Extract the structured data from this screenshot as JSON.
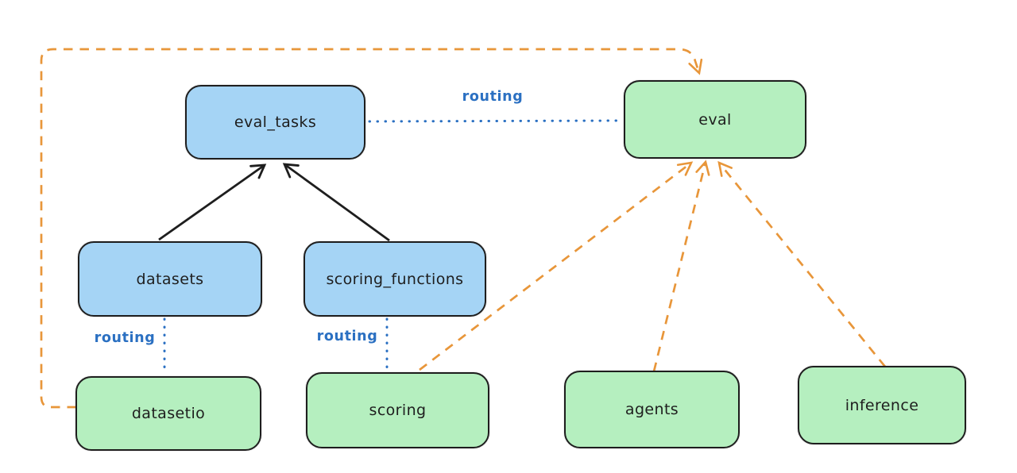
{
  "canvas": {
    "background": "#ffffff"
  },
  "colors": {
    "ink": "#1e1e1e",
    "node_blue_fill": "#a5d4f5",
    "node_green_fill": "#b5efbf",
    "routing_blue": "#2b70c2",
    "orange": "#e8963a"
  },
  "nodes": {
    "eval_tasks": {
      "label": "eval_tasks",
      "kind": "blue"
    },
    "eval": {
      "label": "eval",
      "kind": "green"
    },
    "datasets": {
      "label": "datasets",
      "kind": "blue"
    },
    "scoring_functions": {
      "label": "scoring_functions",
      "kind": "blue"
    },
    "datasetio": {
      "label": "datasetio",
      "kind": "green"
    },
    "scoring": {
      "label": "scoring",
      "kind": "green"
    },
    "agents": {
      "label": "agents",
      "kind": "green"
    },
    "inference": {
      "label": "inference",
      "kind": "green"
    }
  },
  "edge_labels": {
    "routing_eval_tasks_eval": "routing",
    "routing_datasets_datasetio": "routing",
    "routing_scoring_functions_scoring": "routing"
  },
  "edges": [
    {
      "from": "datasets",
      "to": "eval_tasks",
      "style": "solid-arrow",
      "color": "ink"
    },
    {
      "from": "scoring_functions",
      "to": "eval_tasks",
      "style": "solid-arrow",
      "color": "ink"
    },
    {
      "from": "eval_tasks",
      "to": "eval",
      "style": "dotted",
      "color": "routing_blue",
      "label": "routing"
    },
    {
      "from": "datasets",
      "to": "datasetio",
      "style": "dotted",
      "color": "routing_blue",
      "label": "routing"
    },
    {
      "from": "scoring_functions",
      "to": "scoring",
      "style": "dotted",
      "color": "routing_blue",
      "label": "routing"
    },
    {
      "from": "datasetio",
      "to": "eval",
      "style": "dashed-arrow",
      "color": "orange"
    },
    {
      "from": "scoring",
      "to": "eval",
      "style": "dashed-arrow",
      "color": "orange"
    },
    {
      "from": "agents",
      "to": "eval",
      "style": "dashed-arrow",
      "color": "orange"
    },
    {
      "from": "inference",
      "to": "eval",
      "style": "dashed-arrow",
      "color": "orange"
    }
  ]
}
